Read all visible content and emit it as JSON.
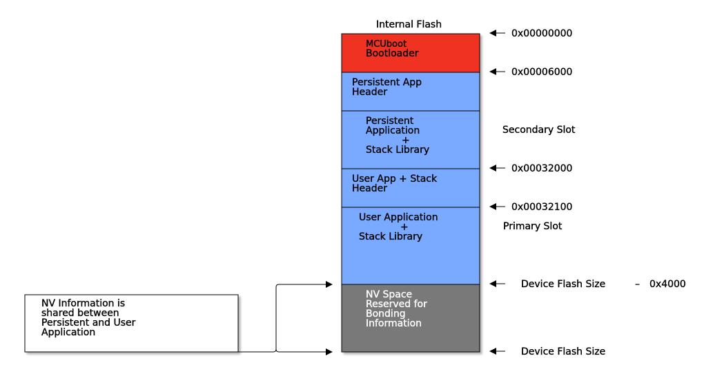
{
  "title": "Internal Flash",
  "colors": {
    "bootloader": "#ef3224",
    "app": "#79aaff",
    "nv": "#797979"
  },
  "blocks": {
    "bootloader": {
      "line1": "MCUboot",
      "line2": "Bootloader"
    },
    "persistent_header": {
      "line1": "Persistent App",
      "line2": "Header"
    },
    "persistent_app": {
      "line1": "Persistent",
      "line2": "Application",
      "line3": "+",
      "line4": "Stack Library"
    },
    "user_header": {
      "line1": "User App + Stack",
      "line2": "Header"
    },
    "user_app": {
      "line1": "User Application",
      "line2": "+",
      "line3": "Stack Library"
    },
    "nv": {
      "line1": "NV Space",
      "line2": "Reserved for",
      "line3": "Bonding",
      "line4": "Information"
    }
  },
  "addresses": {
    "a0": "0x00000000",
    "a1": "0x00006000",
    "a2": "0x00032000",
    "a3": "0x00032100",
    "nv_start": "Device Flash Size",
    "nv_dash": "–",
    "nv_offset": "0x4000",
    "end": "Device Flash Size"
  },
  "slots": {
    "secondary": "Secondary Slot",
    "primary": "Primary Slot"
  },
  "note": {
    "line1": "NV Information is",
    "line2": "shared between",
    "line3": "Persistent and User",
    "line4": "Application"
  }
}
